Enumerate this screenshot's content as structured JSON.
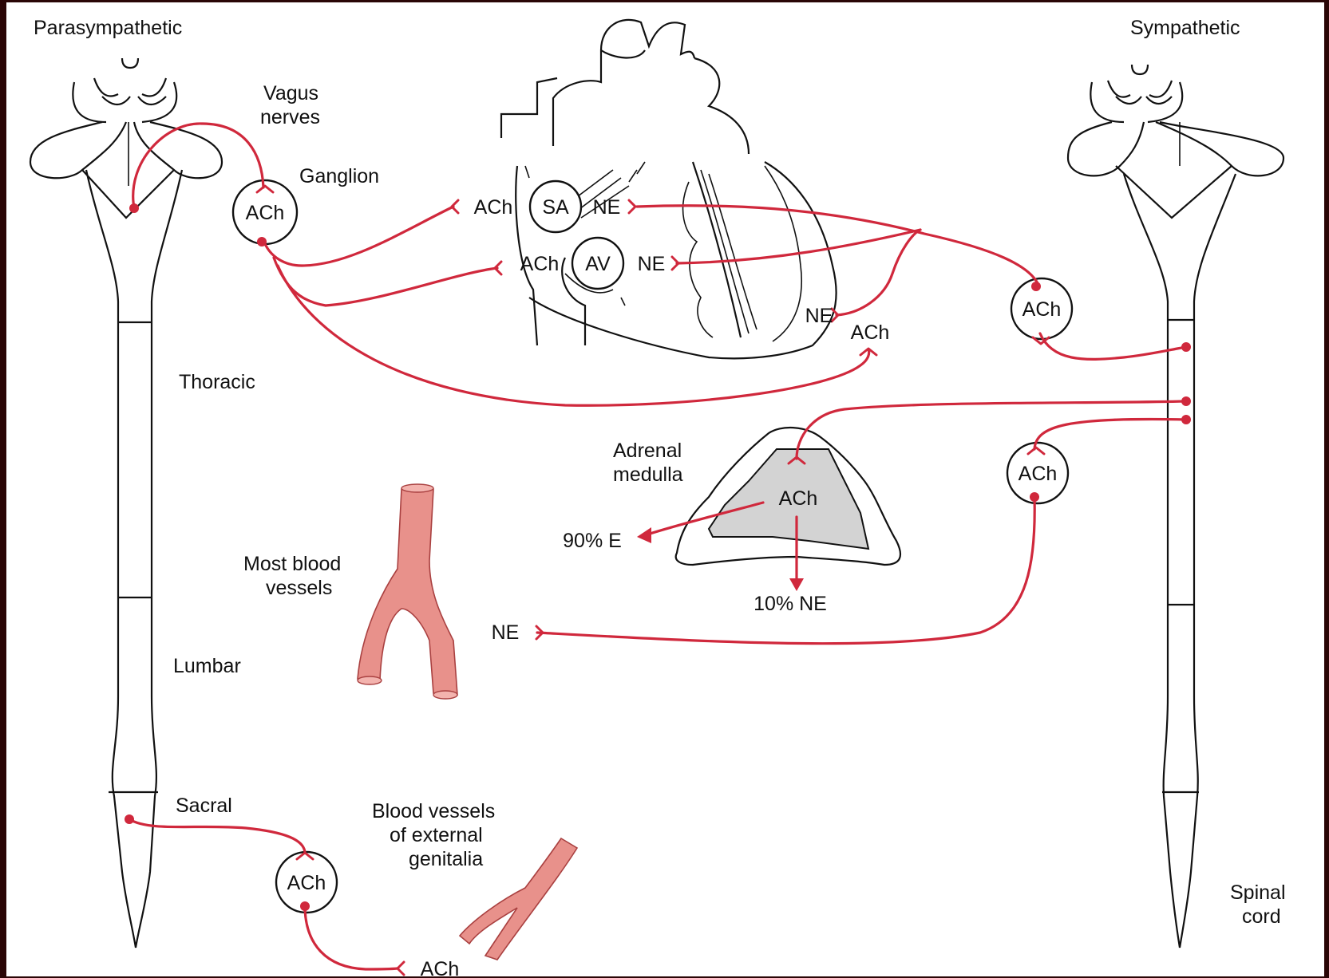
{
  "colors": {
    "background": "#2a0606",
    "nerve": "#d0283c",
    "vessel": "#e8918b",
    "adrenal_gray": "#d3d3d3"
  },
  "labels": {
    "parasympathetic": "Parasympathetic",
    "sympathetic": "Sympathetic",
    "vagus_1": "Vagus",
    "vagus_2": "nerves",
    "ganglion": "Ganglion",
    "thoracic": "Thoracic",
    "lumbar": "Lumbar",
    "sacral": "Sacral",
    "spinal_1": "Spinal",
    "spinal_2": "cord",
    "adrenal_1": "Adrenal",
    "adrenal_2": "medulla",
    "most_vessels_1": "Most blood",
    "most_vessels_2": "vessels",
    "genital_1": "Blood vessels",
    "genital_2": "of external",
    "genital_3": "genitalia"
  },
  "nodes": {
    "sa": "SA",
    "av": "AV",
    "ach": "ACh",
    "ne": "NE",
    "e_90": "90% E",
    "ne_10": "10% NE"
  }
}
